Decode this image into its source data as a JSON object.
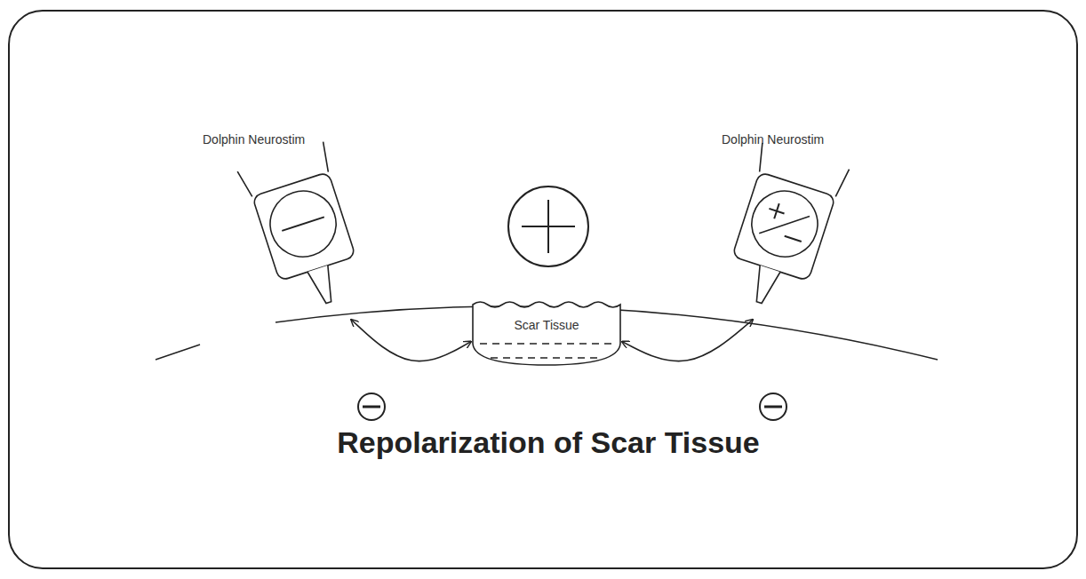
{
  "diagram": {
    "title": "Repolarization of Scar Tissue",
    "nodes": [
      {
        "text": [
          "Dolphin Neurostim"
        ]
      },
      {
        "text": [
          "Scar Tissue"
        ]
      },
      {
        "text": [
          "Dolphin Neurostim"
        ]
      }
    ],
    "edges": [
      {
        "from": 0,
        "to": 1,
        "arrow": "both"
      },
      {
        "from": 2,
        "to": 1,
        "arrow": "both"
      }
    ]
  }
}
